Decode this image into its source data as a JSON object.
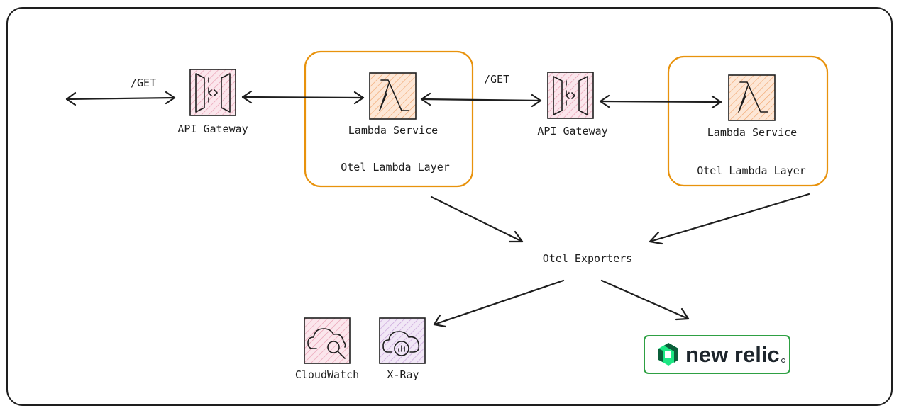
{
  "colors": {
    "layer_border": "#e8920c",
    "gateway_fill": "#f6d3dd",
    "lambda_fill": "#f9d0b0",
    "cloudwatch_fill": "#f6d3dd",
    "xray_fill": "#e4d3ee",
    "newrelic_border": "#2ea043",
    "newrelic_logo": "#1ce783"
  },
  "diagram": {
    "left_flow": {
      "request_label": "/GET",
      "gateway": {
        "label": "API Gateway",
        "icon": "api-gateway-icon"
      },
      "layer": {
        "label": "Otel Lambda Layer",
        "service": {
          "label": "Lambda Service",
          "icon": "lambda-icon"
        }
      }
    },
    "right_flow": {
      "request_label": "/GET",
      "gateway": {
        "label": "API Gateway",
        "icon": "api-gateway-icon"
      },
      "layer": {
        "label": "Otel Lambda Layer",
        "service": {
          "label": "Lambda Service",
          "icon": "lambda-icon"
        }
      }
    },
    "exporters": {
      "label": "Otel Exporters"
    },
    "destinations": {
      "cloudwatch": {
        "label": "CloudWatch",
        "icon": "cloudwatch-icon"
      },
      "xray": {
        "label": "X-Ray",
        "icon": "x-ray-icon"
      },
      "newrelic": {
        "label": "new relic",
        "icon": "new-relic-logo-icon"
      }
    }
  }
}
